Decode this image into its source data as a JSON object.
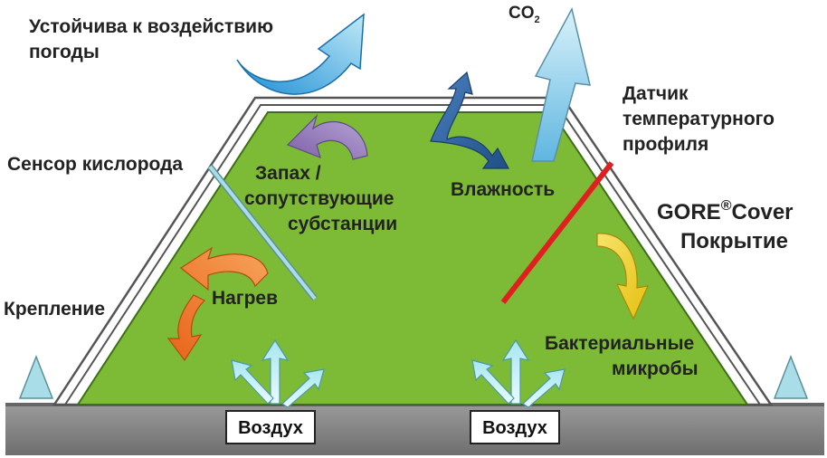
{
  "labels": {
    "weather": [
      "Устойчива к воздействию",
      "погоды"
    ],
    "co2": "CO",
    "co2_sub": "2",
    "sensor_temp": [
      "Датчик",
      "температурного",
      "профиля"
    ],
    "sensor_oxygen": "Сенсор кислорода",
    "odor": [
      "Запах /",
      "сопутствующие",
      "субстанции"
    ],
    "moisture": "Влажность",
    "gore_brand": "GORE",
    "gore_reg": "®",
    "gore_cover": "Cover",
    "gore_coating": "Покрытие",
    "anchor": "Крепление",
    "heat": "Нагрев",
    "bacteria": [
      "Бактериальные",
      "микробы"
    ],
    "air_left": "Воздух",
    "air_right": "Воздух"
  },
  "colors": {
    "pile": "#7dba35",
    "cover": "#ffffff",
    "cover_outline": "#555555",
    "ground": "#8a8a8a",
    "arrow_weather": "#3aa8e0",
    "arrow_co2": "#8fd0ea",
    "arrow_odor": "#9a7fb8",
    "arrow_moisture": "#2f5f9a",
    "arrow_heat": "#ef7a22",
    "arrow_bacteria": "#f2d21e",
    "arrow_air": "#bff0f7",
    "sensor_temp": "#e02020",
    "sensor_oxygen": "#a9dde8",
    "anchor": "#a9dde8"
  }
}
